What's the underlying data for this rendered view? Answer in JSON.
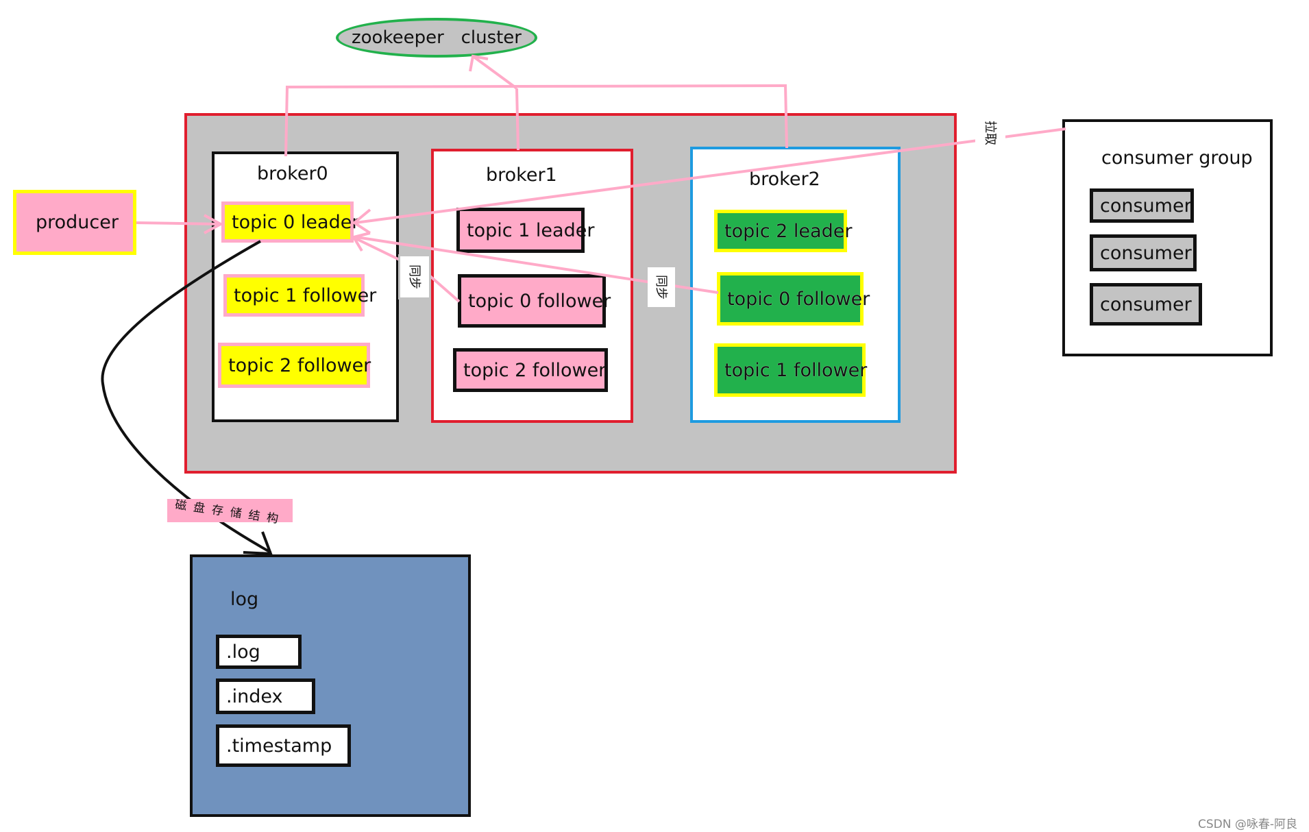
{
  "zookeeper": {
    "label": "zookeeper   cluster"
  },
  "producer": {
    "label": "producer"
  },
  "brokers": [
    {
      "name": "broker0",
      "topics": [
        "topic 0 leader",
        "topic 1 follower",
        "topic 2 follower"
      ]
    },
    {
      "name": "broker1",
      "topics": [
        "topic 1 leader",
        "topic 0 follower",
        "topic 2 follower"
      ]
    },
    {
      "name": "broker2",
      "topics": [
        "topic 2 leader",
        "topic 0 follower",
        "topic 1 follower"
      ]
    }
  ],
  "sync_tags": {
    "first": "同步",
    "second": "同步"
  },
  "pull_tag": "拉取",
  "consumer_group": {
    "title": "consumer group",
    "consumers": [
      "consumer",
      "consumer",
      "consumer"
    ]
  },
  "disk_tag": "磁盘存储结构",
  "log": {
    "title": "log",
    "files": [
      ".log",
      ".index",
      ".timestamp"
    ]
  },
  "watermark": "CSDN @咏春-阿良",
  "colors": {
    "cluster_border": "#e01e2e",
    "cluster_fill": "#c3c3c3",
    "arrow": "#ffaac8",
    "leader_fill": "#ffff00",
    "broker1_fill": "#ffaac8",
    "broker2_fill": "#22b14c",
    "broker2_border": "#1e9be0",
    "log_fill": "#7092be"
  }
}
